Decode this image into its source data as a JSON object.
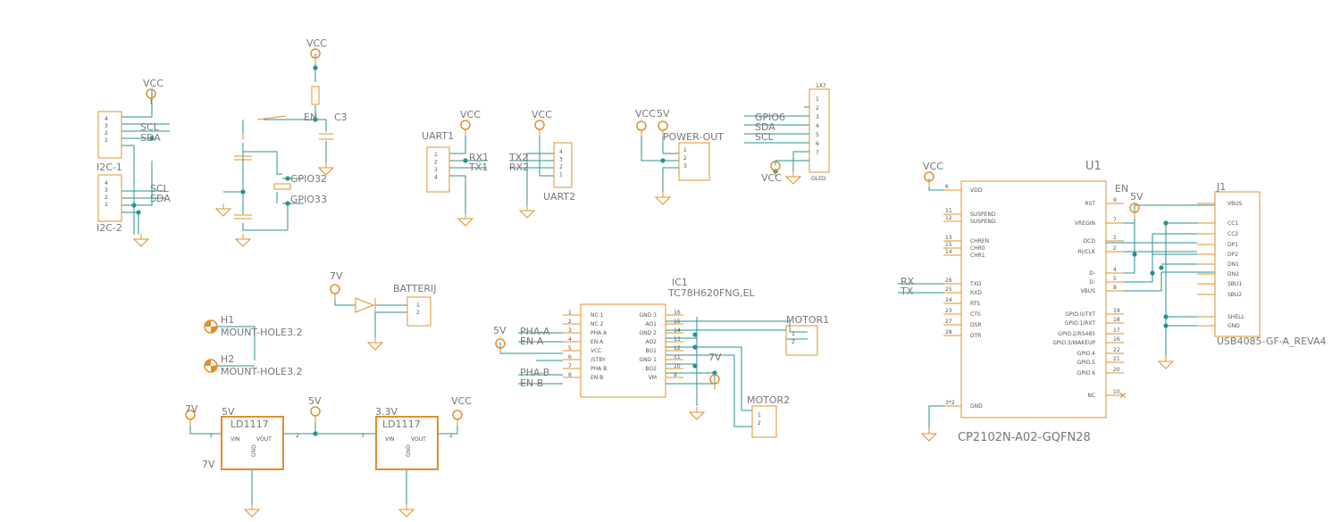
{
  "colors": {
    "part": "#e0902a",
    "wire": "#2a9090",
    "text": "#777777",
    "pin": "#555555"
  },
  "labels": {
    "i2c1": "I2C-1",
    "i2c2": "I2C-2",
    "scl": "SCL",
    "sda": "SDA",
    "vcc": "VCC",
    "en": "EN",
    "c3": "C3",
    "gpio32": "GPIO32",
    "gpio33": "GPIO33",
    "uart1": "UART1",
    "uart2": "UART2",
    "rx1": "RX1",
    "tx1": "TX1",
    "tx2": "TX2",
    "rx2": "RX2",
    "v5": "5V",
    "power_out": "POWER-OUT",
    "gpio6": "GPIO6",
    "oled": "OLED",
    "hdr_1x7": "1X7",
    "v7": "7V",
    "battery": "BATTERIJ",
    "h1": "H1",
    "h2": "H2",
    "mount_hole": "MOUNT-HOLE3.2",
    "ld1117": "LD1117",
    "v3_3": "3.3V",
    "ic1": "IC1",
    "ic1_part": "TC78H620FNG,EL",
    "pha_a": "PHA-A",
    "en_a": "EN-A",
    "pha_b": "PHA-B",
    "en_b": "EN-B",
    "motor1": "MOTOR1",
    "motor2": "MOTOR2",
    "u1": "U1",
    "u1_part": "CP2102N-A02-GQFN28",
    "rx": "RX",
    "tx": "TX",
    "j1": "J1",
    "j1_part": "USB4085-GF-A_REVA4"
  },
  "ld1117_pins": {
    "vin": "VIN",
    "vout": "VOUT",
    "gnd": "GND"
  },
  "ic1_left": [
    {
      "n": "1",
      "name": "NC 1"
    },
    {
      "n": "2",
      "name": "NC 2"
    },
    {
      "n": "3",
      "name": "PHA A"
    },
    {
      "n": "4",
      "name": "EN A"
    },
    {
      "n": "5",
      "name": "VCC"
    },
    {
      "n": "6",
      "name": "/STBY"
    },
    {
      "n": "7",
      "name": "PHA B"
    },
    {
      "n": "8",
      "name": "EN B"
    }
  ],
  "ic1_right": [
    {
      "n": "16",
      "name": "GND 3"
    },
    {
      "n": "15",
      "name": "AO1"
    },
    {
      "n": "14",
      "name": "GND 2"
    },
    {
      "n": "13",
      "name": "AO2"
    },
    {
      "n": "12",
      "name": "BO1"
    },
    {
      "n": "11",
      "name": "GND 1"
    },
    {
      "n": "10",
      "name": "BO2"
    },
    {
      "n": "9",
      "name": "VM"
    }
  ],
  "u1_left": [
    {
      "n": "6",
      "name": "VDD"
    },
    {
      "n": "11",
      "name": "SUSPEND"
    },
    {
      "n": "12",
      "name": "SUSPEND"
    },
    {
      "n": "13",
      "name": "CHREN"
    },
    {
      "n": "15",
      "name": "CHR0"
    },
    {
      "n": "14",
      "name": "CHR1"
    },
    {
      "n": "26",
      "name": "TXD"
    },
    {
      "n": "25",
      "name": "RXD"
    },
    {
      "n": "24",
      "name": "RTS"
    },
    {
      "n": "23",
      "name": "CTS"
    },
    {
      "n": "27",
      "name": "DSR"
    },
    {
      "n": "28",
      "name": "DTR"
    },
    {
      "n": "3*2",
      "name": "GND"
    }
  ],
  "u1_right": [
    {
      "n": "9",
      "name": "RST"
    },
    {
      "n": "7",
      "name": "VREGIN"
    },
    {
      "n": "1",
      "name": "DCD"
    },
    {
      "n": "2",
      "name": "RI/CLK"
    },
    {
      "n": "4",
      "name": "D-"
    },
    {
      "n": "5",
      "name": "D-"
    },
    {
      "n": "8",
      "name": "VBUS"
    },
    {
      "n": "19",
      "name": "GPIO.0/TXT"
    },
    {
      "n": "18",
      "name": "GPIO.1/RXT"
    },
    {
      "n": "17",
      "name": "GPIO.2/RS485"
    },
    {
      "n": "16",
      "name": "GPIO.3/WAKEUP"
    },
    {
      "n": "22",
      "name": "GPIO.4"
    },
    {
      "n": "21",
      "name": "GPIO.5"
    },
    {
      "n": "20",
      "name": "GPIO.6"
    },
    {
      "n": "10",
      "name": "NC"
    }
  ],
  "j1_pins": [
    "VBUS",
    "CC1",
    "CC2",
    "DP1",
    "DP2",
    "DN1",
    "DN2",
    "SBU1",
    "SBU2",
    "SHELL",
    "GND"
  ],
  "i2c_pins": [
    "4",
    "3",
    "2",
    "1"
  ],
  "uart_pins": [
    "1",
    "2",
    "3",
    "4"
  ],
  "pwr_pins": [
    "1",
    "2",
    "3"
  ],
  "hdr_pins": [
    "1",
    "2",
    "3",
    "4",
    "5",
    "6",
    "7"
  ]
}
